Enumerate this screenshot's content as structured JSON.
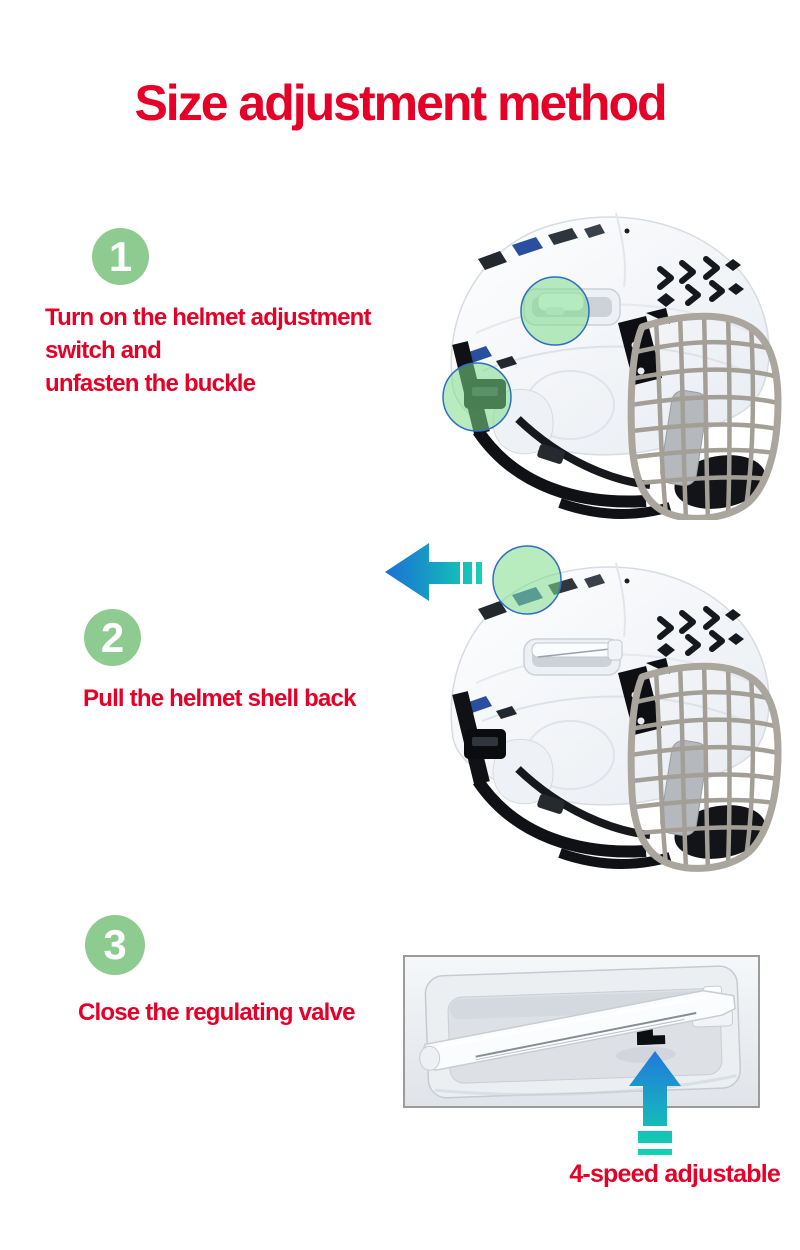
{
  "title": "Size adjustment method",
  "steps": [
    {
      "number": "1",
      "caption_lines": [
        "Turn on the helmet adjustment",
        "switch and",
        "unfasten the buckle"
      ]
    },
    {
      "number": "2",
      "caption_lines": [
        "Pull the helmet shell back"
      ]
    },
    {
      "number": "3",
      "caption_lines": [
        "Close the regulating valve"
      ]
    }
  ],
  "footnote": "4-speed adjustable",
  "icons": {
    "step2_arrow": "left-arrow-icon",
    "step3_arrow": "up-arrow-icon",
    "step1_highlight_switch": "green-highlight-circle",
    "step1_highlight_buckle": "green-highlight-circle",
    "step2_highlight_shell": "green-highlight-circle"
  },
  "colors": {
    "accent_red": "#e60028",
    "badge_green": "#8ecb90",
    "highlight_green": "#7edd8a",
    "highlight_ring_blue": "#2f6fc0",
    "arrow_blue": "#1a6fd4",
    "arrow_teal": "#14d2b4",
    "cage_gray": "#a8a49b",
    "photo_border_gray": "#9b9b9b"
  }
}
